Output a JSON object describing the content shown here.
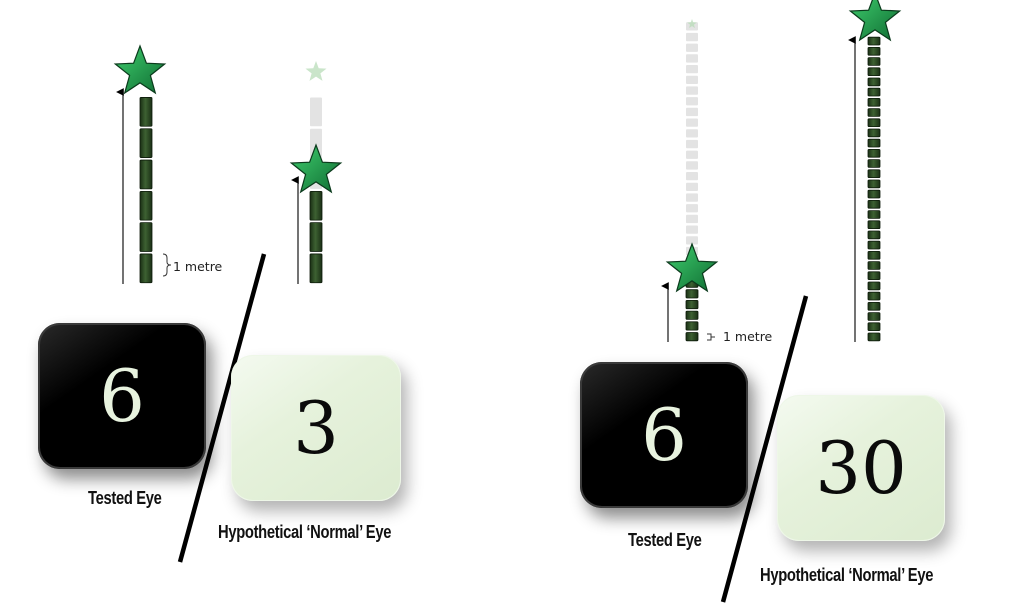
{
  "panels": [
    {
      "tested_value": "6",
      "normal_value": "3",
      "tested_label": "Tested Eye",
      "normal_label": "Hypothetical ‘Normal’ Eye",
      "metre_label": "1 metre",
      "tested_segments": 6,
      "normal_segments_visible": 3,
      "normal_segments_faded": 3
    },
    {
      "tested_value": "6",
      "normal_value": "30",
      "tested_label": "Tested Eye",
      "normal_label": "Hypothetical ‘Normal’ Eye",
      "metre_label": "1 metre",
      "tested_segments": 6,
      "tested_segments_faded": 24,
      "normal_segments": 30
    }
  ],
  "colors": {
    "segment_fill": "#2d4a25",
    "segment_edge": "#0d1a0a",
    "segment_faded": "#e3e3e3",
    "star": "#1f9a4a",
    "star_faded": "#b8dcb8",
    "tile_dark": "#000000",
    "tile_light": "#e3f0d9",
    "divider": "#000000"
  }
}
